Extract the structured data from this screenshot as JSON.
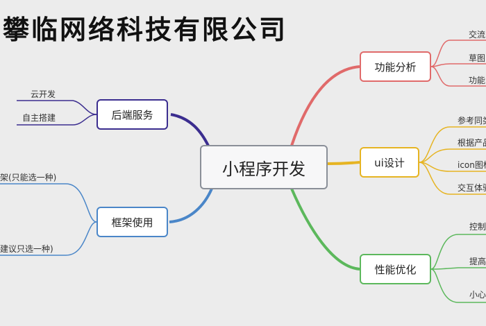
{
  "title": "攀临网络科技有限公司",
  "center": "小程序开发",
  "branches": {
    "backend": {
      "label": "后端服务",
      "color": "#3b2d8f",
      "leaves": [
        "云开发",
        "自主搭建"
      ]
    },
    "framework": {
      "label": "框架使用",
      "color": "#4a86c8",
      "leaves": [
        "架(只能选一种)",
        "建议只选一种)"
      ]
    },
    "analysis": {
      "label": "功能分析",
      "color": "#e06a6a",
      "leaves": [
        "交流",
        "草图",
        "功能"
      ]
    },
    "ui": {
      "label": "ui设计",
      "color": "#e6b422",
      "leaves": [
        "参考同类",
        "根据产品",
        "icon图标",
        "交互体验"
      ]
    },
    "perf": {
      "label": "性能优化",
      "color": "#5cb85c",
      "leaves": [
        "控制",
        "提高",
        "小心"
      ]
    }
  }
}
